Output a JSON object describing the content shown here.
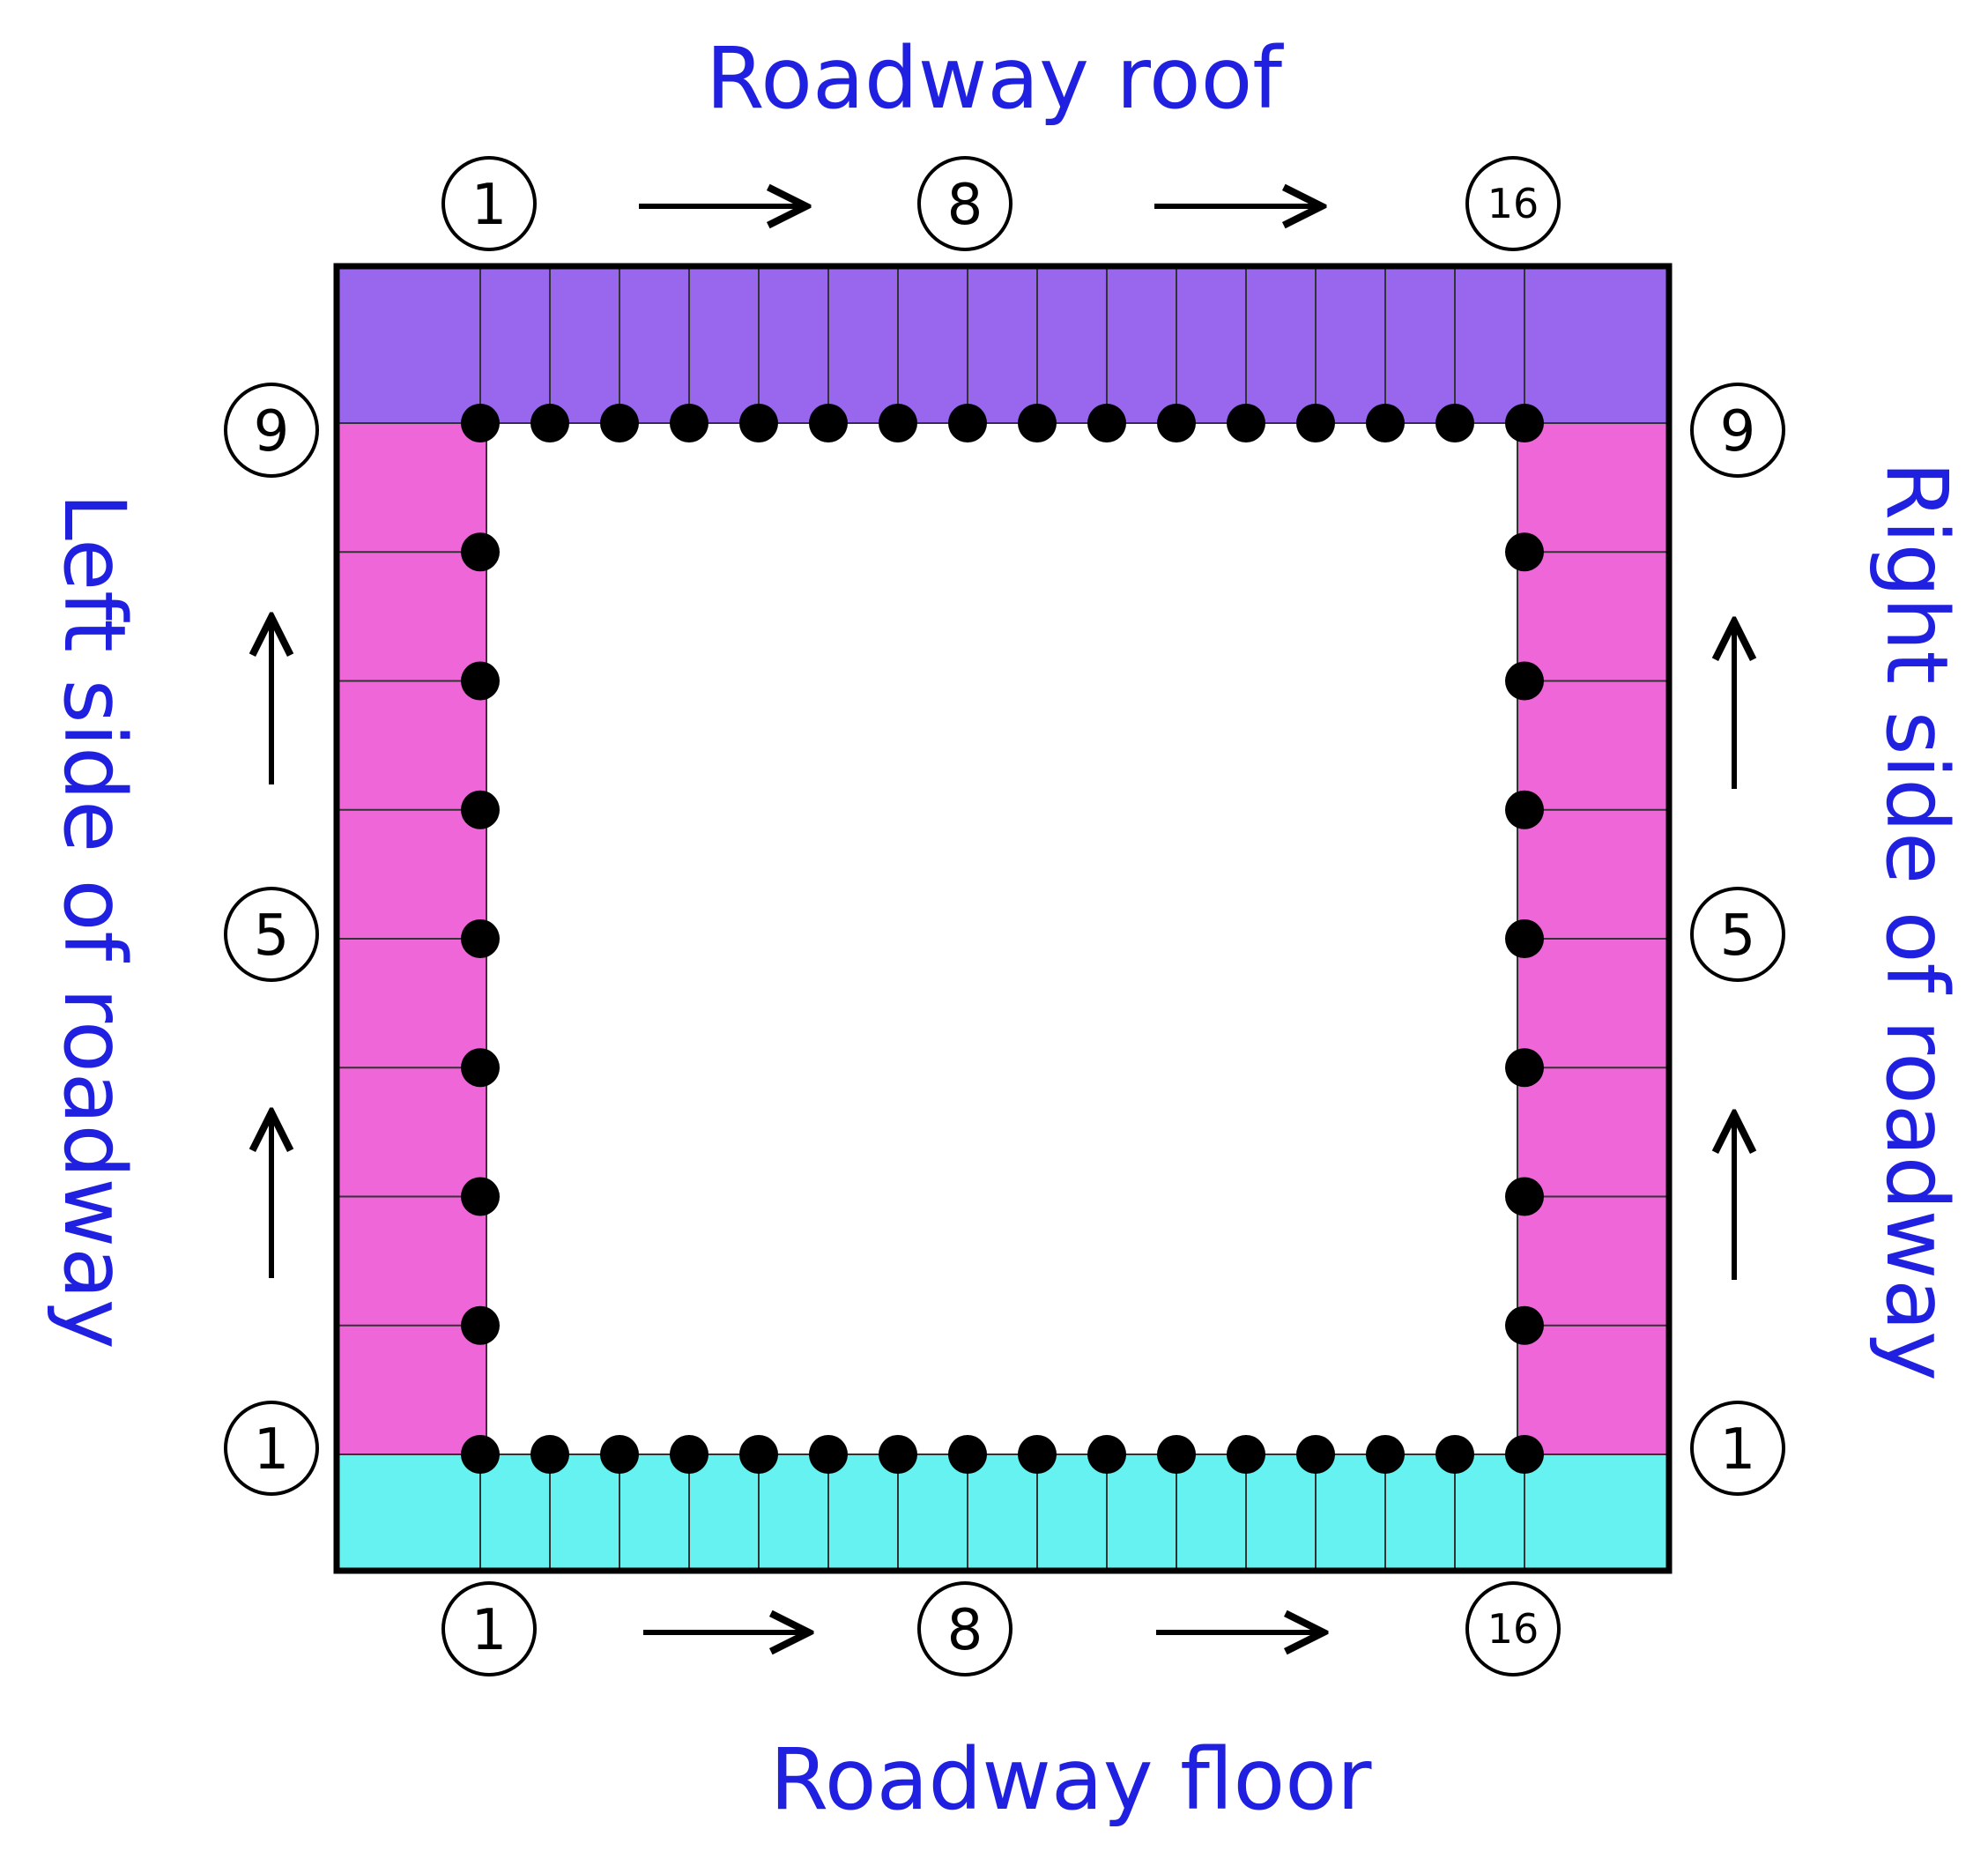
{
  "labels": {
    "roof": "Roadway roof",
    "floor": "Roadway floor",
    "left_side": "Left side of roadway",
    "right_side": "Right side of roadway"
  },
  "point_numbers": {
    "roof": [
      "1",
      "8",
      "16"
    ],
    "floor": [
      "1",
      "8",
      "16"
    ],
    "left": [
      "9",
      "5",
      "1"
    ],
    "right": [
      "9",
      "5",
      "1"
    ]
  },
  "counts": {
    "horizontal_points": 16,
    "vertical_points": 9
  },
  "colors": {
    "roof_fill": "#9966EE",
    "floor_fill": "#66F2F0",
    "side_fill": "#EE66D8",
    "label_text": "#2020E0",
    "outline": "#000000",
    "point": "#000000"
  }
}
